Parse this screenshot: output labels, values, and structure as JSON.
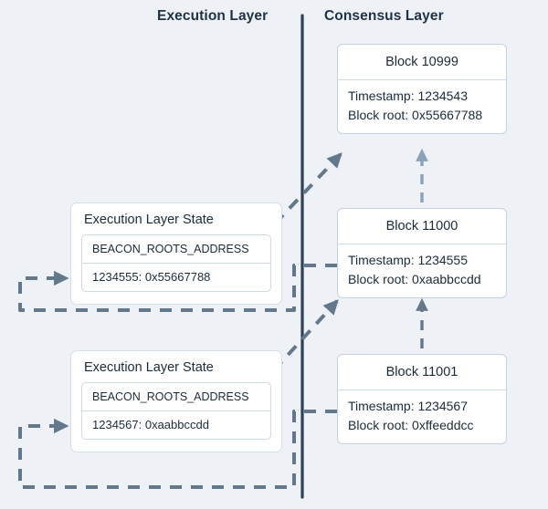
{
  "diagram": {
    "title_execution_layer": "Execution Layer",
    "title_consensus_layer": "Consensus Layer",
    "colors": {
      "background": "#eef2f7",
      "card_background": "#ffffff",
      "card_border": "#c3d2dd",
      "text": "#1c2b3a",
      "heading_text": "#1f3147",
      "divider": "#2e4156",
      "arrow_dark": "#64788c",
      "arrow_light": "#8ba2b8"
    }
  },
  "consensus_layer": {
    "blocks": [
      {
        "name": "Block 10999",
        "timestamp_label": "Timestamp: 1234543",
        "block_root_label": "Block root: 0x55667788",
        "timestamp": 1234543,
        "block_root": "0x55667788"
      },
      {
        "name": "Block 11000",
        "timestamp_label": "Timestamp: 1234555",
        "block_root_label": "Block root: 0xaabbccdd",
        "timestamp": 1234555,
        "block_root": "0xaabbccdd"
      },
      {
        "name": "Block 11001",
        "timestamp_label": "Timestamp: 1234567",
        "block_root_label": "Block root: 0xffeeddcc",
        "timestamp": 1234567,
        "block_root": "0xffeeddcc"
      }
    ]
  },
  "execution_layer": {
    "states": [
      {
        "title": "Execution Layer State",
        "key": "BEACON_ROOTS_ADDRESS",
        "value": "1234555: 0x55667788"
      },
      {
        "title": "Execution Layer State",
        "key": "BEACON_ROOTS_ADDRESS",
        "value": "1234567: 0xaabbccdd"
      }
    ]
  },
  "connectors": {
    "parent_link_upper": "dashed-arrow-up-block-11000-to-block-10999",
    "parent_link_lower": "solid-arrow-up-block-11001-to-block-11000",
    "diagonal_upper": "dashed-diagonal-arrow-state-to-block-10999",
    "diagonal_lower": "dashed-diagonal-arrow-state-to-block-11000",
    "feedback_upper": "dashed-loop-block-11000-to-state-upper",
    "feedback_lower": "dashed-loop-block-11001-to-state-lower"
  }
}
